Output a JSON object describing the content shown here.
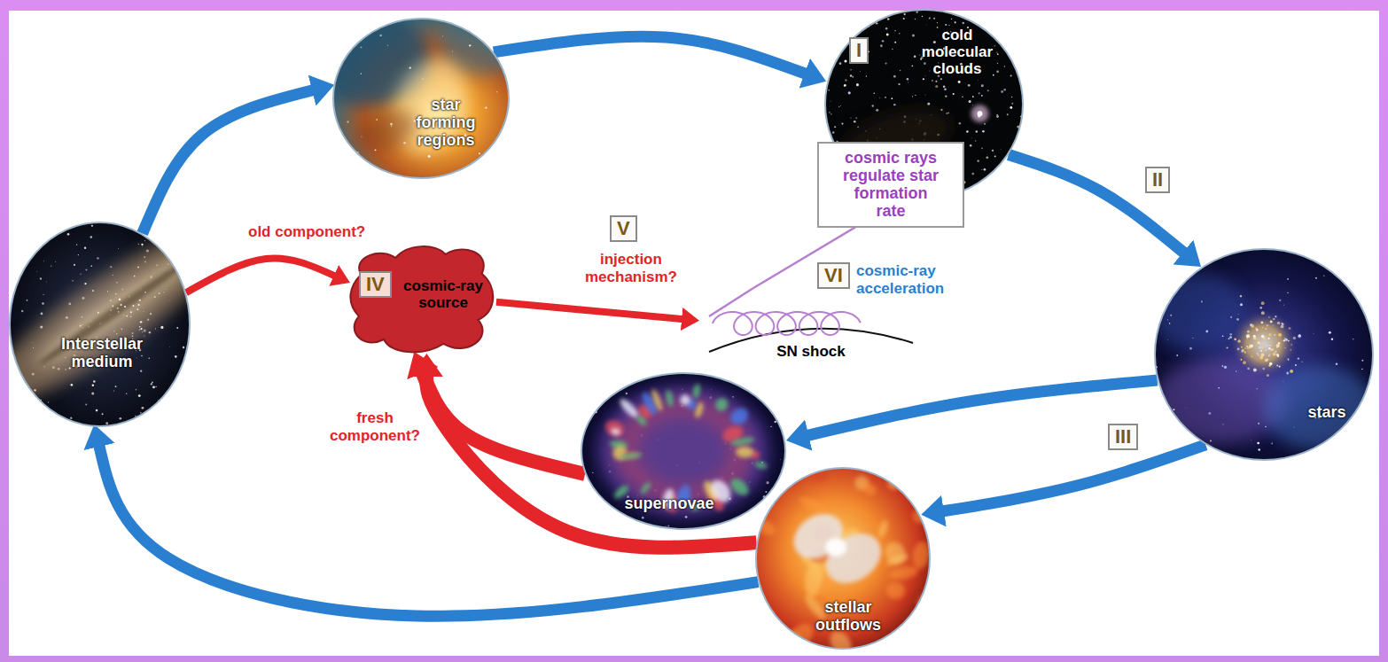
{
  "diagram": {
    "nodes": [
      {
        "text": [
          "star forming regions"
        ]
      },
      {
        "text": [
          "cold molecular clouds"
        ]
      },
      {
        "text": [
          "cosmic rays regulate star formation rate"
        ]
      },
      {
        "text": [
          "Interstellar medium"
        ]
      },
      {
        "text": [
          "cosmic-ray source"
        ]
      },
      {
        "text": [
          "SN shock"
        ]
      },
      {
        "text": [
          "stars"
        ]
      },
      {
        "text": [
          "supernovae"
        ]
      },
      {
        "text": [
          "stellar outflows"
        ]
      }
    ],
    "edges": [
      {
        "from": 3,
        "to": 0,
        "arrow": "to"
      },
      {
        "from": 0,
        "to": 1,
        "arrow": "to"
      },
      {
        "from": 1,
        "to": 6,
        "arrow": "to"
      },
      {
        "from": 6,
        "to": 7,
        "arrow": "to"
      },
      {
        "from": 6,
        "to": 8,
        "arrow": "to"
      },
      {
        "from": 8,
        "to": 3,
        "arrow": "to"
      },
      {
        "from": 3,
        "to": 4,
        "label": "old component?",
        "arrow": "to"
      },
      {
        "from": 7,
        "to": 4,
        "label": "fresh component?",
        "arrow": "to"
      },
      {
        "from": 8,
        "to": 4,
        "arrow": "to"
      },
      {
        "from": 4,
        "to": 5,
        "label": "injection mechanism?",
        "arrow": "to"
      },
      {
        "from": 5,
        "to": 1,
        "arrow": "to"
      }
    ],
    "labels": [
      "I",
      "II",
      "III",
      "IV",
      "V",
      "VI",
      "cosmic-ray acceleration"
    ]
  }
}
